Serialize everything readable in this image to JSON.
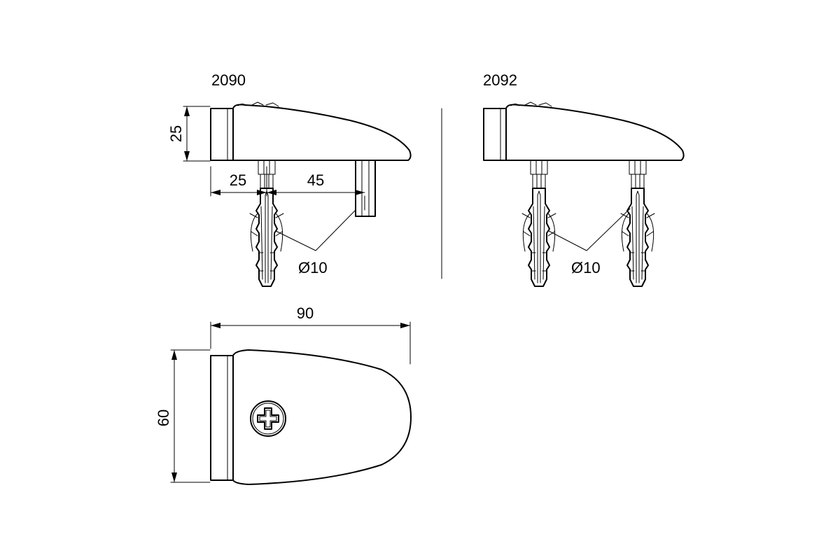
{
  "models": {
    "left_label": "2090",
    "right_label": "2092"
  },
  "dimensions": {
    "height_25": "25",
    "offset_25": "25",
    "spacing_45": "45",
    "diameter_left": "Ø10",
    "diameter_right": "Ø10",
    "length_90": "90",
    "width_60": "60"
  }
}
